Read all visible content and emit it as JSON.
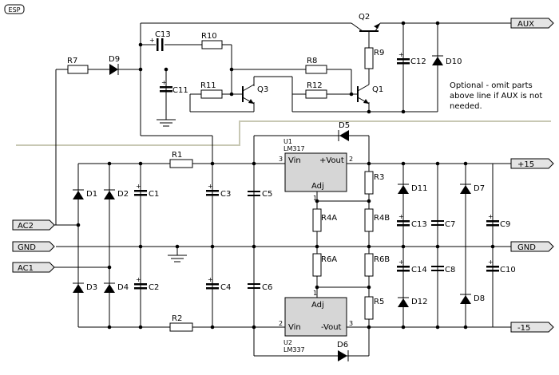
{
  "logo": "ESP",
  "note_lines": [
    "Optional - omit parts",
    "above line if AUX is not",
    "needed."
  ],
  "ports": {
    "aux": "AUX",
    "p15": "+15",
    "gnd_right": "GND",
    "m15": "-15",
    "ac2": "AC2",
    "gnd_left": "GND",
    "ac1": "AC1"
  },
  "ics": {
    "u1": {
      "ref": "U1",
      "part": "LM317",
      "vin": "Vin",
      "vout": "+Vout",
      "adj": "Adj",
      "pin_in": "3",
      "pin_out": "2",
      "pin_adj": "1"
    },
    "u2": {
      "ref": "U2",
      "part": "LM337",
      "vin": "Vin",
      "vout": "-Vout",
      "adj": "Adj",
      "pin_in": "2",
      "pin_out": "3",
      "pin_adj": "1"
    }
  },
  "components": {
    "c13": "C13",
    "r10": "R10",
    "q2": "Q2",
    "r9": "R9",
    "c12": "C12",
    "d10": "D10",
    "r7": "R7",
    "d9": "D9",
    "r8": "R8",
    "c11": "C11",
    "r11": "R11",
    "q3": "Q3",
    "r12": "R12",
    "q1": "Q1",
    "d5": "D5",
    "r1": "R1",
    "r3": "R3",
    "d11": "D11",
    "d7": "D7",
    "d1": "D1",
    "d2": "D2",
    "c1": "C1",
    "c3": "C3",
    "c5": "C5",
    "r4a": "R4A",
    "r4b": "R4B",
    "c13b": "C13",
    "c7": "C7",
    "c9": "C9",
    "r6a": "R6A",
    "r6b": "R6B",
    "c14": "C14",
    "c8": "C8",
    "c10": "C10",
    "d3": "D3",
    "d4": "D4",
    "c2": "C2",
    "c4": "C4",
    "c6": "C6",
    "r5": "R5",
    "d12": "D12",
    "d8": "D8",
    "r2": "R2",
    "d6": "D6"
  }
}
